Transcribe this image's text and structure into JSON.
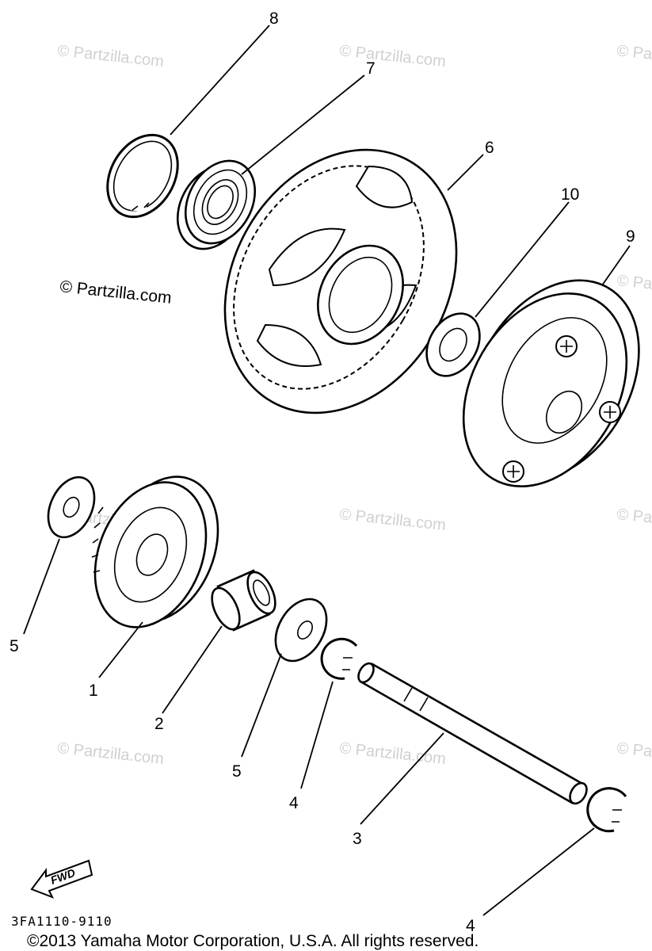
{
  "diagram": {
    "callouts": [
      {
        "key": "c8",
        "label": "8"
      },
      {
        "key": "c7",
        "label": "7"
      },
      {
        "key": "c6",
        "label": "6"
      },
      {
        "key": "c10",
        "label": "10"
      },
      {
        "key": "c9",
        "label": "9"
      },
      {
        "key": "c5a",
        "label": "5"
      },
      {
        "key": "c1",
        "label": "1"
      },
      {
        "key": "c2",
        "label": "2"
      },
      {
        "key": "c5b",
        "label": "5"
      },
      {
        "key": "c4a",
        "label": "4"
      },
      {
        "key": "c3",
        "label": "3"
      },
      {
        "key": "c4b",
        "label": "4"
      }
    ],
    "watermark_text": "© Partzilla.com",
    "fwd_label": "FWD",
    "diagram_code": "3FA1110-9110",
    "copyright": "©2013 Yamaha Motor Corporation, U.S.A. All rights reserved."
  }
}
